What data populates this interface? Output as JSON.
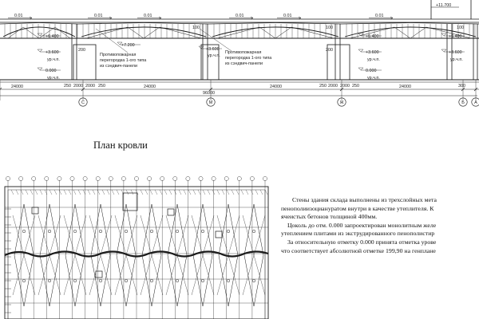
{
  "section": {
    "top_level": "+11.700",
    "slopes": [
      "0.01",
      "0.01",
      "0.01",
      "0.01",
      "0.01",
      "0.01"
    ],
    "levels": {
      "l6400": "+6.400",
      "l7200": "+7.200",
      "l3600": "+3.600",
      "l0000": "0.000",
      "floor_mark": "ур.ч.п."
    },
    "partition_note": [
      "Противопожарная",
      "перегородка 1-ого типа",
      "из сэндвич-панели"
    ],
    "dims": {
      "bay": "24000",
      "total": "96000",
      "d250": "250",
      "d2000": "2000",
      "d300": "300",
      "d100": "100",
      "d200": "200"
    },
    "axes": [
      "С",
      "М",
      "Ж",
      "Б",
      "А"
    ]
  },
  "roof_plan": {
    "title": "План кровли"
  },
  "notes": {
    "lines": [
      "Стены здания склада выполнены из трехслойных мета",
      "пенополиизоциануратом внутри в качестве утеплителя. К",
      "ячеистых бетонов толщиной 400мм.",
      "Цоколь до отм. 0.000 запроектирован монолитным желе",
      "утеплением плитами из экструдированного пенополистир",
      "За относительную отметку 0.000 принята отметка урове",
      "что соответствует абсолютной отметке 199,90 на генплане"
    ]
  },
  "colors": {
    "line": "#1a1a1a",
    "thin": "#444444",
    "paper": "#ffffff"
  }
}
